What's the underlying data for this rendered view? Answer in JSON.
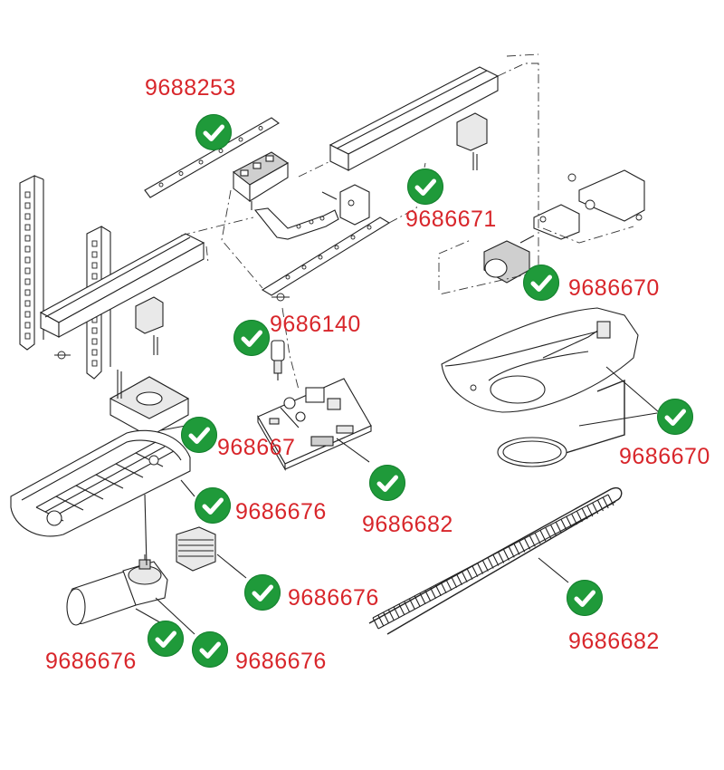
{
  "labels": [
    {
      "id": "l1",
      "text": "9688253"
    },
    {
      "id": "l2",
      "text": "9686671"
    },
    {
      "id": "l3",
      "text": "9686670"
    },
    {
      "id": "l4",
      "text": "9686140"
    },
    {
      "id": "l5",
      "text": "968667"
    },
    {
      "id": "l6",
      "text": "9686670"
    },
    {
      "id": "l7",
      "text": "9686676"
    },
    {
      "id": "l8",
      "text": "9686682"
    },
    {
      "id": "l9",
      "text": "9686676"
    },
    {
      "id": "l10",
      "text": "9686682"
    },
    {
      "id": "l11",
      "text": "9686676"
    },
    {
      "id": "l12",
      "text": "9686676"
    }
  ],
  "colors": {
    "label": "#d8262b",
    "check": "#1f9a3a",
    "line": "#222222"
  },
  "icons": [
    "checkmark-icon"
  ]
}
